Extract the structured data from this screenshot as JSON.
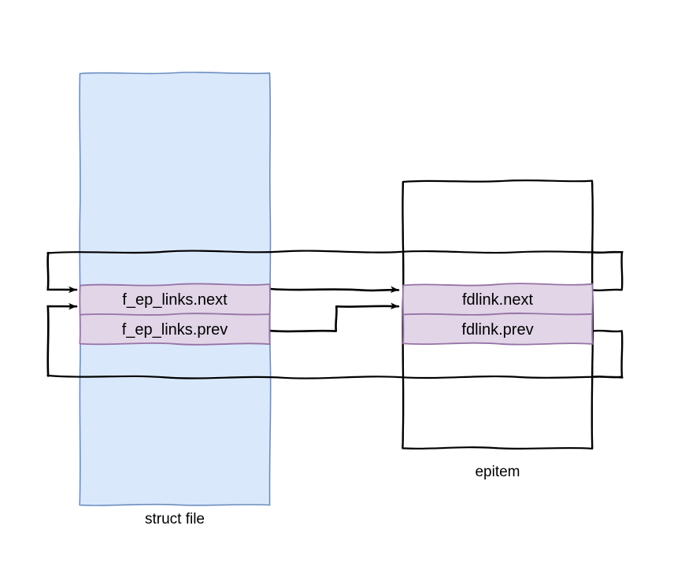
{
  "diagram": {
    "title": "epoll f_ep_links / fdlink doubly-linked list relationship",
    "style": "hand-drawn sketch",
    "background": "#ffffff"
  },
  "colors": {
    "struct_fill": "#dae8fc",
    "struct_stroke": "#6c8ebf",
    "field_fill": "#e1d5e7",
    "field_stroke": "#9673a6",
    "line_stroke": "#000000",
    "text": "#000000"
  },
  "nodes": {
    "struct_file": {
      "caption": "struct file",
      "fields": [
        {
          "id": "f_ep_links_next",
          "label": "f_ep_links.next"
        },
        {
          "id": "f_ep_links_prev",
          "label": "f_ep_links.prev"
        }
      ]
    },
    "epitem": {
      "caption": "epitem",
      "fields": [
        {
          "id": "fdlink_next",
          "label": "fdlink.next"
        },
        {
          "id": "fdlink_prev",
          "label": "fdlink.prev"
        }
      ]
    }
  },
  "edges": [
    {
      "id": "edge-fepnext-to-fdnext",
      "from": "f_ep_links.next",
      "to": "fdlink.next",
      "arrow": true
    },
    {
      "id": "edge-fepprev-to-fdnext",
      "from": "f_ep_links.prev",
      "to": "fdlink.next",
      "arrow": true
    },
    {
      "id": "edge-fdnext-loop-to-fepnext",
      "from": "fdlink.next",
      "to": "f_ep_links.next",
      "arrow": true
    },
    {
      "id": "edge-fdprev-loop-to-fepprev",
      "from": "fdlink.prev",
      "to": "f_ep_links.prev",
      "arrow": true
    }
  ]
}
